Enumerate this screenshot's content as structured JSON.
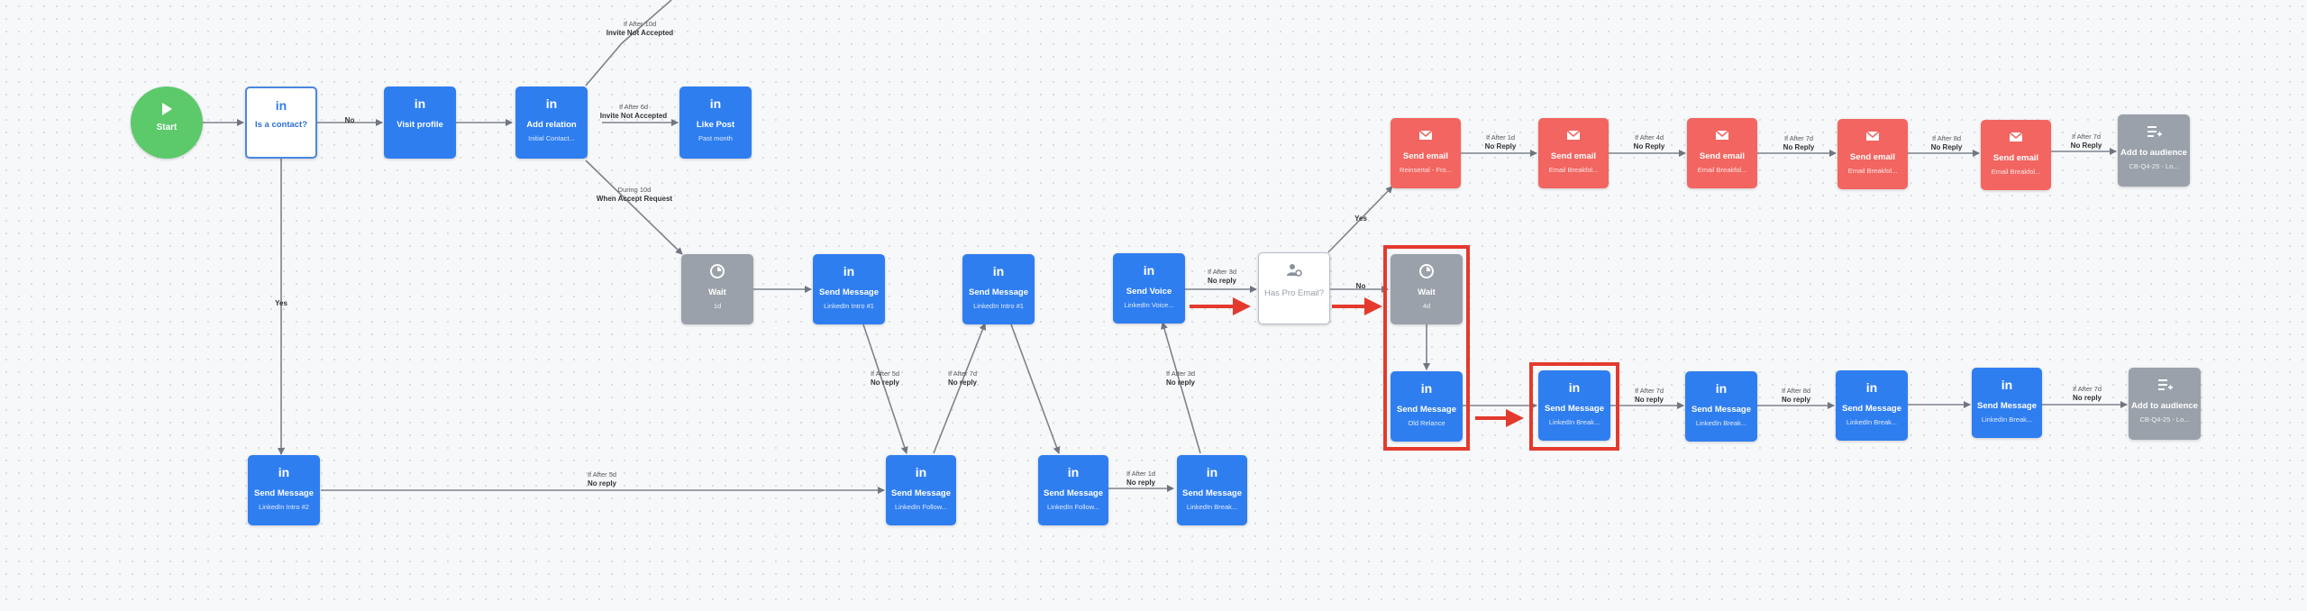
{
  "colors": {
    "linkedin": "#2f7ef0",
    "email": "#f26560",
    "wait": "#9aa1aa",
    "start": "#5cc96b",
    "highlight": "#e33a2d"
  },
  "start": {
    "label": "Start",
    "icon": "play-icon"
  },
  "nodes": {
    "is_contact": {
      "title": "Is a contact?",
      "icon": "linkedin-icon"
    },
    "visit_profile": {
      "title": "Visit profile",
      "icon": "linkedin-icon"
    },
    "add_relation": {
      "title": "Add relation",
      "sub": "Initial Contact...",
      "icon": "linkedin-icon"
    },
    "like_post": {
      "title": "Like Post",
      "sub": "Past month",
      "icon": "linkedin-icon"
    },
    "wait1": {
      "title": "Wait",
      "sub": "1d",
      "icon": "clock-icon"
    },
    "send_msg_intro1": {
      "title": "Send Message",
      "sub": "LinkedIn Intro #1",
      "icon": "linkedin-icon"
    },
    "send_msg_intro2": {
      "title": "Send Message",
      "sub": "LinkedIn Intro #1",
      "icon": "linkedin-icon"
    },
    "send_voice": {
      "title": "Send Voice",
      "sub": "LinkedIn Voice...",
      "icon": "linkedin-icon"
    },
    "has_pro_email": {
      "title": "Has Pro Email?",
      "icon": "person-gear-icon"
    },
    "send_email1": {
      "title": "Send email",
      "sub": "Reinsertal - Fro...",
      "icon": "mail-icon"
    },
    "send_email2": {
      "title": "Send email",
      "sub": "Email Breakfol...",
      "icon": "mail-icon"
    },
    "send_email3": {
      "title": "Send email",
      "sub": "Email Breakfol...",
      "icon": "mail-icon"
    },
    "send_email4": {
      "title": "Send email",
      "sub": "Email Breakfol...",
      "icon": "mail-icon"
    },
    "send_email5": {
      "title": "Send email",
      "sub": "Email Breakfol...",
      "icon": "mail-icon"
    },
    "add_audience1": {
      "title": "Add to audience",
      "sub": "CB-Q4-25 - Lo...",
      "icon": "list-add-icon"
    },
    "wait2": {
      "title": "Wait",
      "sub": "4d",
      "icon": "clock-icon"
    },
    "send_msg_old": {
      "title": "Send Message",
      "sub": "Old Relance",
      "icon": "linkedin-icon"
    },
    "send_msg_break1": {
      "title": "Send Message",
      "sub": "LinkedIn Break...",
      "icon": "linkedin-icon"
    },
    "send_msg_break2": {
      "title": "Send Message",
      "sub": "LinkedIn Break...",
      "icon": "linkedin-icon"
    },
    "send_msg_break3": {
      "title": "Send Message",
      "sub": "LinkedIn Break...",
      "icon": "linkedin-icon"
    },
    "send_msg_break4": {
      "title": "Send Message",
      "sub": "LinkedIn Break...",
      "icon": "linkedin-icon"
    },
    "add_audience2": {
      "title": "Add to audience",
      "sub": "CB-Q4-25 - Lo...",
      "icon": "list-add-icon"
    },
    "send_msg_intro_b": {
      "title": "Send Message",
      "sub": "LinkedIn Intro #2",
      "icon": "linkedin-icon"
    },
    "send_msg_follow1": {
      "title": "Send Message",
      "sub": "LinkedIn Follow...",
      "icon": "linkedin-icon"
    },
    "send_msg_follow2": {
      "title": "Send Message",
      "sub": "LinkedIn Follow...",
      "icon": "linkedin-icon"
    },
    "send_msg_break_b": {
      "title": "Send Message",
      "sub": "LinkedIn Break...",
      "icon": "linkedin-icon"
    }
  },
  "edge_labels": {
    "invite_na_10d": {
      "delay": "If After 10d",
      "main": "Invite Not Accepted"
    },
    "invite_na_6d": {
      "delay": "If After 6d",
      "main": "Invite Not Accepted"
    },
    "accept_10d": {
      "delay": "During 10d",
      "main": "When Accept Request"
    },
    "no": {
      "main": "No"
    },
    "yes_left": {
      "main": "Yes"
    },
    "no_reply_5d_long": {
      "delay": "If After 5d",
      "main": "No reply"
    },
    "no_reply_5d_a": {
      "delay": "If After 5d",
      "main": "No reply"
    },
    "no_reply_7d_a": {
      "delay": "If After 7d",
      "main": "No reply"
    },
    "no_reply_1d": {
      "delay": "If After 1d",
      "main": "No reply"
    },
    "no_reply_3d_up": {
      "delay": "If After 3d",
      "main": "No reply"
    },
    "no_reply_3d_voice": {
      "delay": "If After 3d",
      "main": "No reply"
    },
    "pro_email_no": {
      "main": "No"
    },
    "pro_email_yes": {
      "main": "Yes"
    },
    "email_1d": {
      "delay": "If After 1d",
      "main": "No Reply"
    },
    "email_4d": {
      "delay": "If After 4d",
      "main": "No Reply"
    },
    "email_7d": {
      "delay": "If After 7d",
      "main": "No Reply"
    },
    "email_8d": {
      "delay": "If After 8d",
      "main": "No Reply"
    },
    "email_7d_b": {
      "delay": "If After 7d",
      "main": "No Reply"
    },
    "li_7d": {
      "delay": "If After 7d",
      "main": "No reply"
    },
    "li_8d": {
      "delay": "If After 8d",
      "main": "No reply"
    },
    "li_7d_b": {
      "delay": "If After 7d",
      "main": "No reply"
    }
  }
}
